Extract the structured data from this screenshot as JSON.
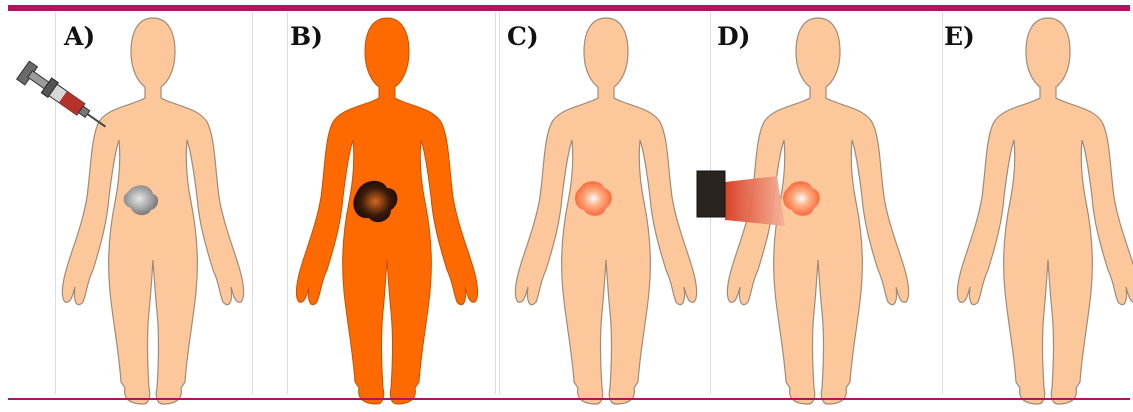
{
  "colors": {
    "rule": "#b0145c",
    "skin": "#fcc89b",
    "skin_outline": "#a08a78",
    "tracer_body": "#ff6a00",
    "tumor_gray": "#9a9a9a",
    "tumor_dark": "#5a2a10",
    "tumor_orange": "#ff7a3a",
    "device": "#222222",
    "beam": "#e8502a"
  },
  "panels": [
    {
      "label": "A)",
      "icon": "syringe-icon",
      "tumor": "gray-tumor"
    },
    {
      "label": "B)",
      "icon": "none",
      "tumor": "dark-tumor",
      "body": "tracer-filled"
    },
    {
      "label": "C)",
      "icon": "none",
      "tumor": "glowing-tumor"
    },
    {
      "label": "D)",
      "icon": "light-device-icon",
      "tumor": "glowing-tumor"
    },
    {
      "label": "E)",
      "icon": "none",
      "tumor": "none"
    }
  ]
}
